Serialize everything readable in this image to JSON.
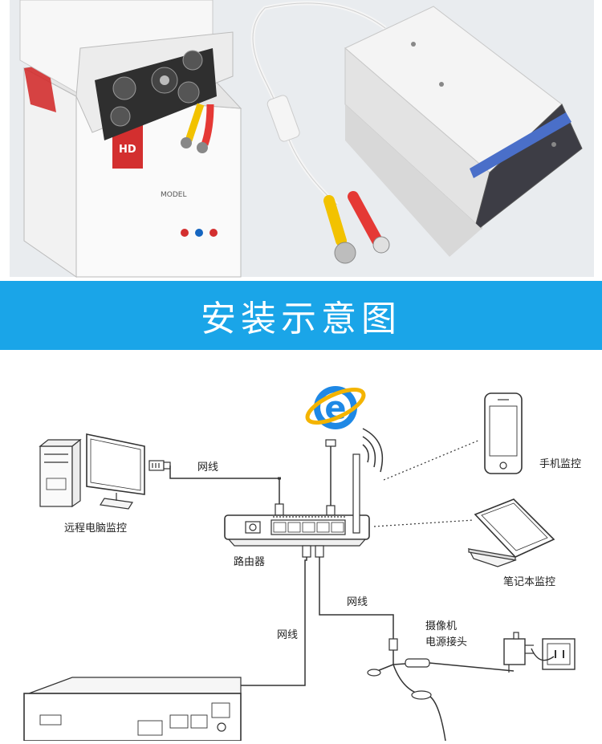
{
  "banner": {
    "title": "安装示意图"
  },
  "diagram": {
    "labels": {
      "remote_pc": "远程电脑监控",
      "router": "路由器",
      "phone": "手机监控",
      "laptop": "笔记本监控",
      "cable_top": "网线",
      "cable_left": "网线",
      "cable_right": "网线",
      "camera_power_line1": "摄像机",
      "camera_power_line2": "电源接头"
    },
    "ie_logo_letter": "e"
  },
  "photo": {
    "box_print_model": "MODEL",
    "box_print_hd": "HD"
  },
  "colors": {
    "banner": "#1aa5e8",
    "ie_blue": "#1e88e5",
    "ie_ring": "#f4b400",
    "cable_yellow": "#f2c200",
    "cable_red": "#e53935"
  }
}
